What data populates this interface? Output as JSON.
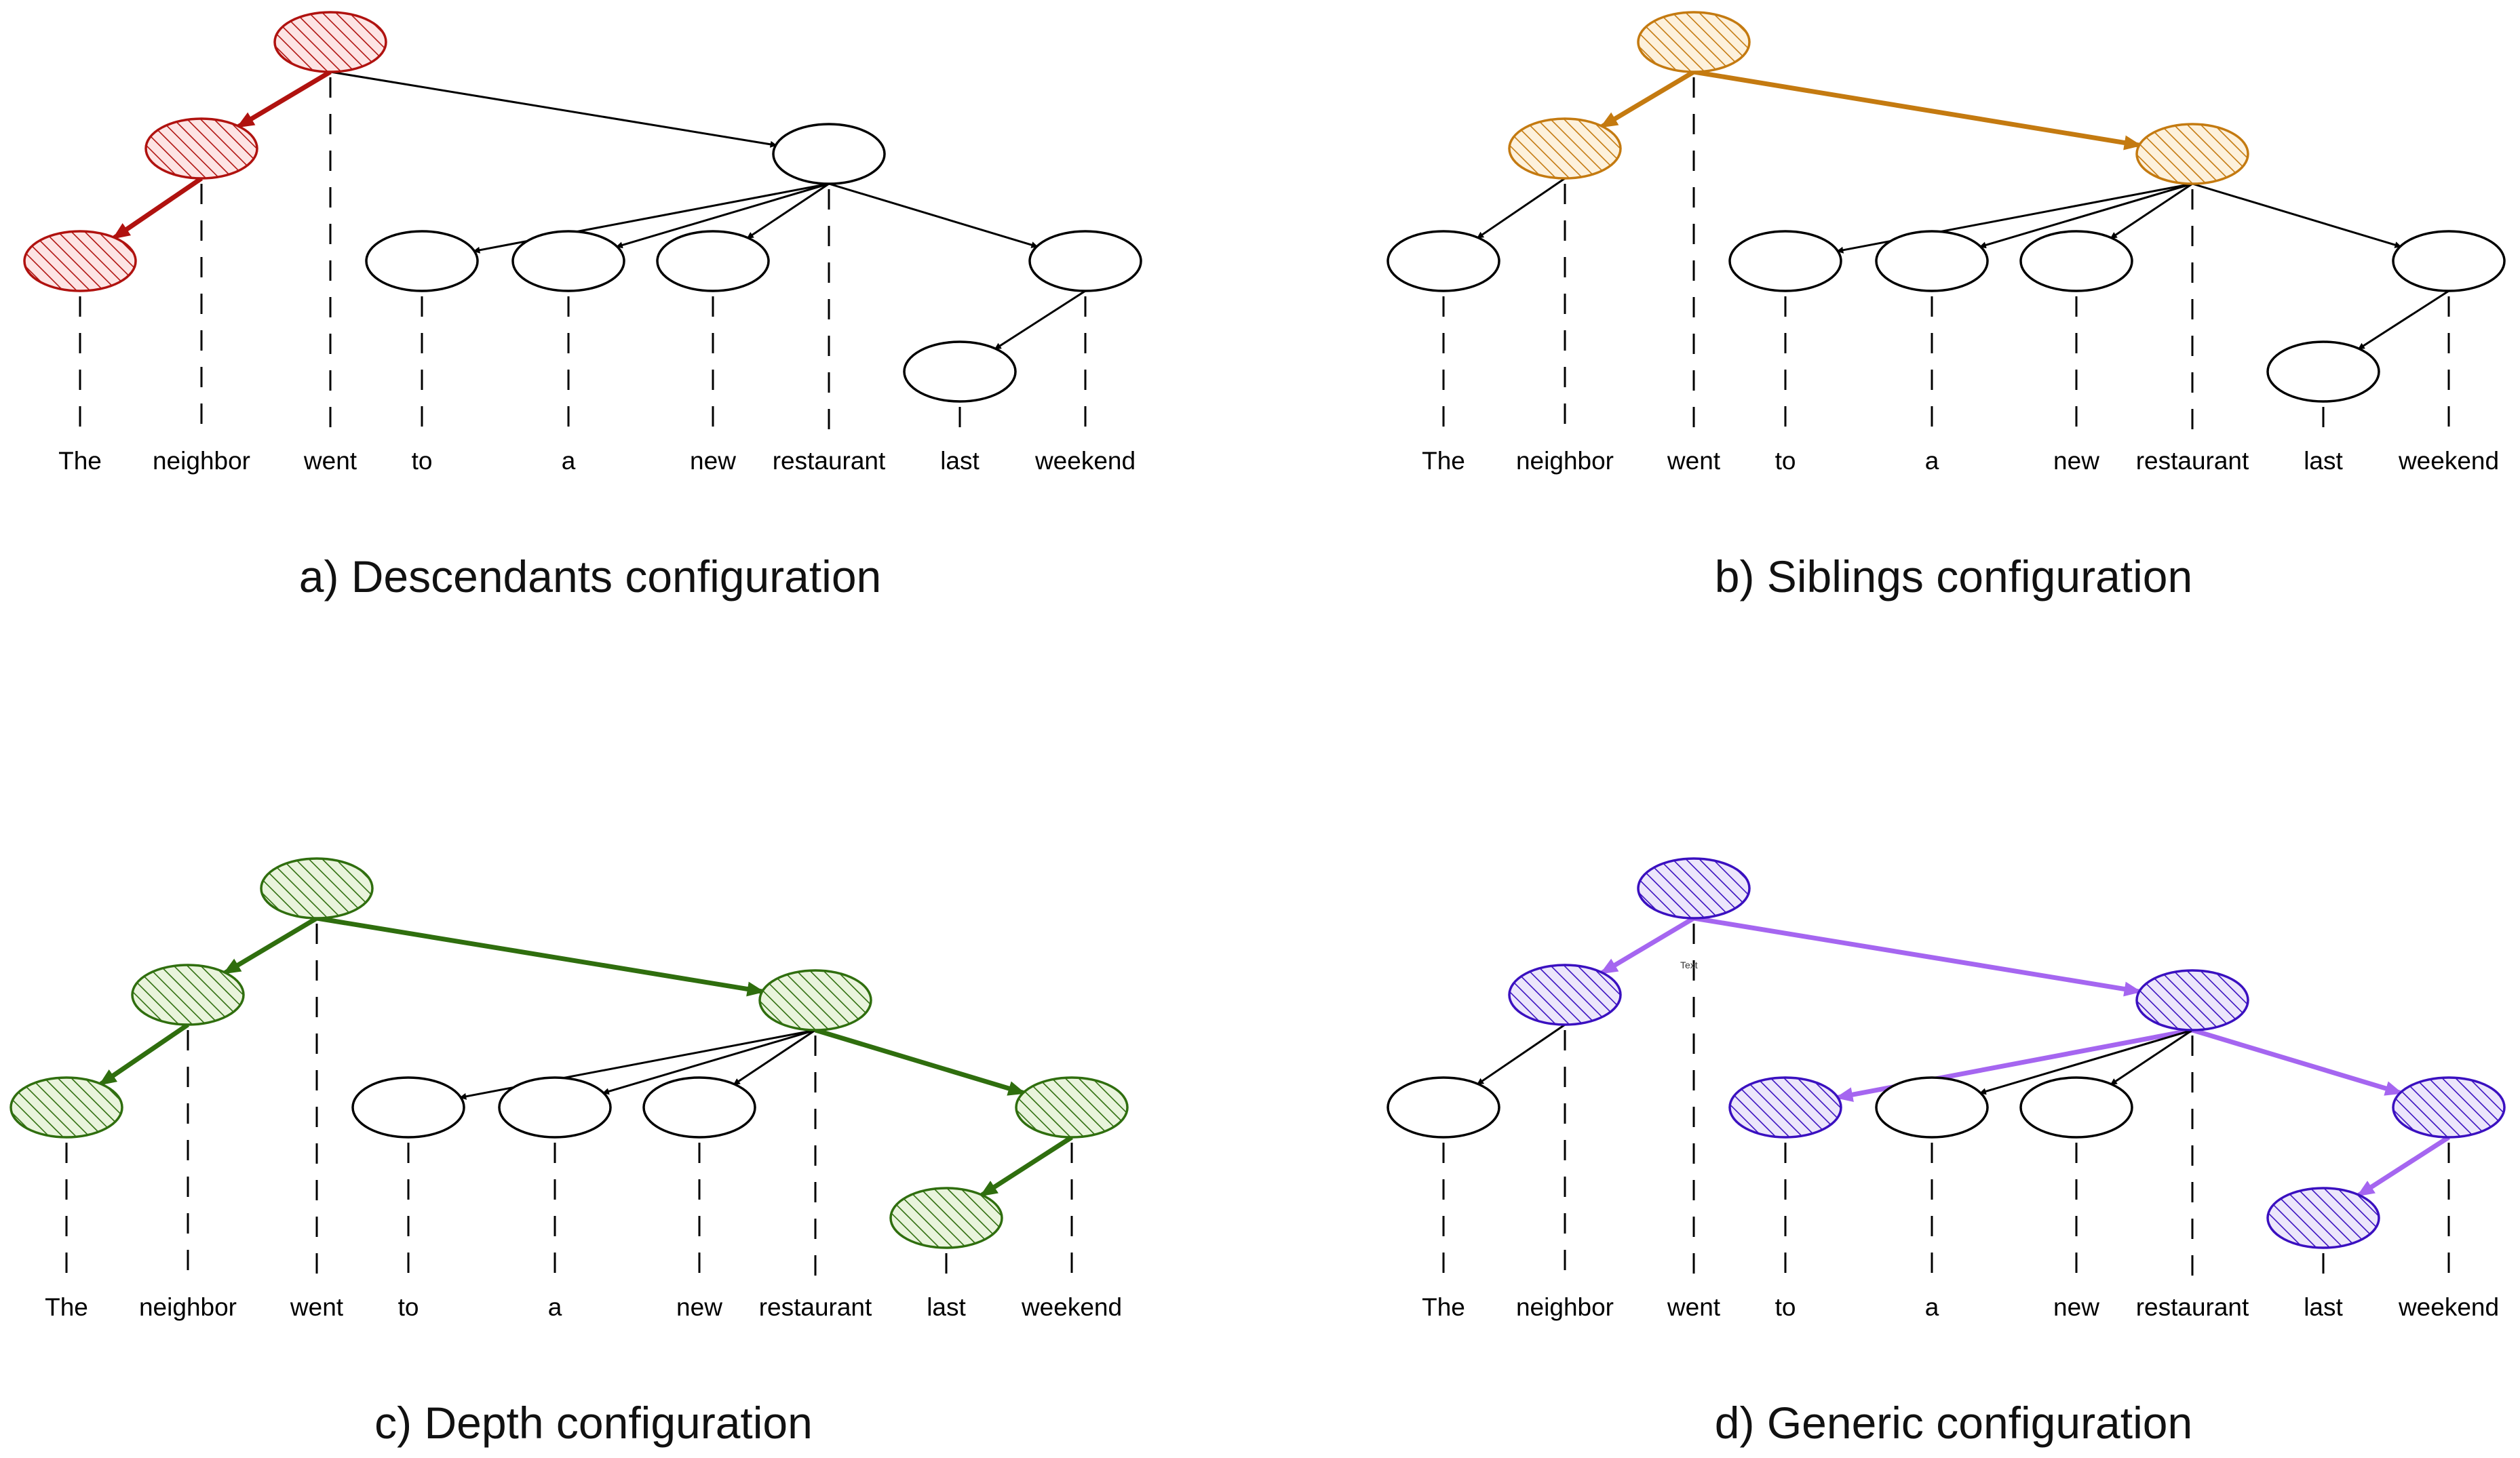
{
  "words": [
    "The",
    "neighbor",
    "went",
    "to",
    "a",
    "new",
    "restaurant",
    "last",
    "weekend"
  ],
  "panels": [
    {
      "id": "descendants",
      "caption": "a) Descendants configuration",
      "accent": "#b0120f",
      "fill": "#fde4e4",
      "extra_label": ""
    },
    {
      "id": "siblings",
      "caption": "b) Siblings configuration",
      "accent": "#c47a10",
      "fill": "#fdf1dc",
      "extra_label": ""
    },
    {
      "id": "depth",
      "caption": "c) Depth configuration",
      "accent": "#2f6e0e",
      "fill": "#e9f4dc",
      "extra_label": ""
    },
    {
      "id": "generic",
      "caption": "d) Generic configuration",
      "accent": "#3a10c0",
      "edge_accent": "#a566f0",
      "fill": "#ece6fb",
      "extra_label": "Text"
    }
  ],
  "tree": {
    "nodes": [
      "root",
      "neighbor",
      "restaurant",
      "The",
      "to",
      "a",
      "new",
      "weekend",
      "last"
    ],
    "edges": [
      [
        "root",
        "neighbor"
      ],
      [
        "root",
        "restaurant"
      ],
      [
        "neighbor",
        "The"
      ],
      [
        "restaurant",
        "to"
      ],
      [
        "restaurant",
        "a"
      ],
      [
        "restaurant",
        "new"
      ],
      [
        "restaurant",
        "weekend"
      ],
      [
        "weekend",
        "last"
      ]
    ]
  },
  "highlights": {
    "descendants": {
      "nodes": [
        "root",
        "neighbor",
        "The"
      ],
      "edges": [
        [
          "root",
          "neighbor"
        ],
        [
          "neighbor",
          "The"
        ]
      ]
    },
    "siblings": {
      "nodes": [
        "root",
        "neighbor",
        "restaurant"
      ],
      "edges": [
        [
          "root",
          "neighbor"
        ],
        [
          "root",
          "restaurant"
        ]
      ]
    },
    "depth": {
      "nodes": [
        "root",
        "neighbor",
        "The",
        "restaurant",
        "weekend",
        "last"
      ],
      "edges": [
        [
          "root",
          "neighbor"
        ],
        [
          "neighbor",
          "The"
        ],
        [
          "root",
          "restaurant"
        ],
        [
          "restaurant",
          "weekend"
        ],
        [
          "weekend",
          "last"
        ]
      ]
    },
    "generic": {
      "nodes": [
        "root",
        "neighbor",
        "restaurant",
        "to",
        "weekend",
        "last"
      ],
      "edges": [
        [
          "root",
          "neighbor"
        ],
        [
          "root",
          "restaurant"
        ],
        [
          "restaurant",
          "to"
        ],
        [
          "restaurant",
          "weekend"
        ],
        [
          "weekend",
          "last"
        ]
      ]
    }
  }
}
